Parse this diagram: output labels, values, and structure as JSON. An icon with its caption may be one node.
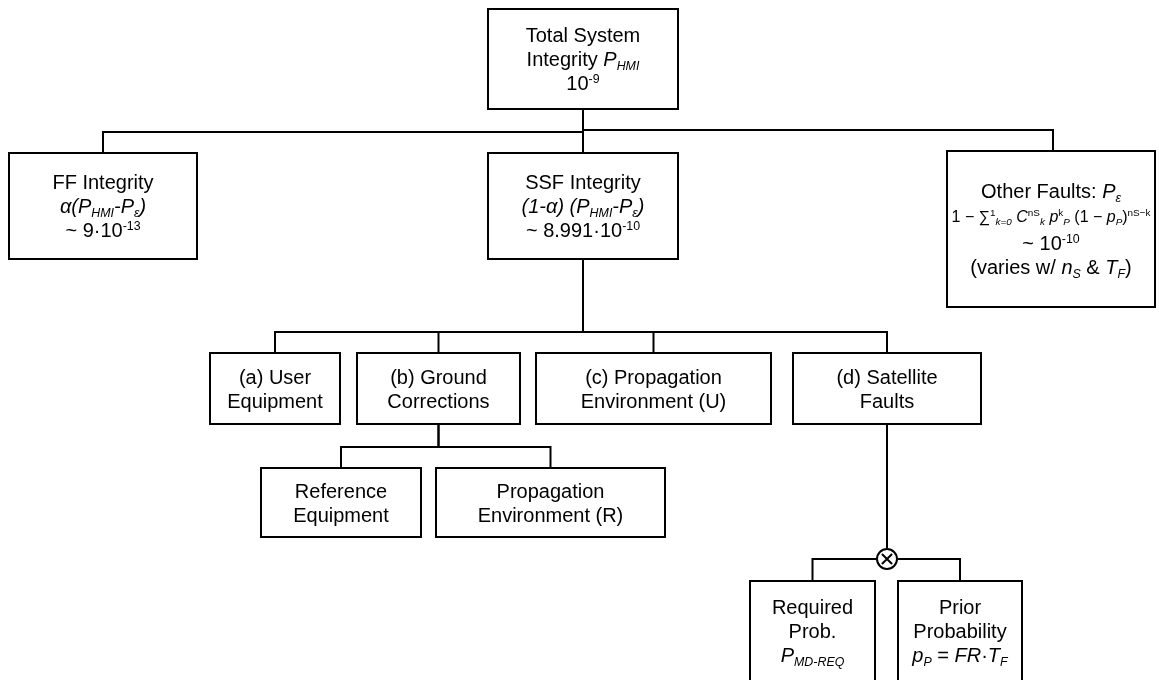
{
  "diagram": {
    "nodes": [
      {
        "text": [
          "Total System Integrity *P*$_{HMI}$",
          "10$^{-9}$"
        ]
      },
      {
        "text": [
          "FF Integrity",
          "*α(P*$_{HMI}$*-P*$_{ε}$*)*",
          "~ 9·10$^{-13}$"
        ]
      },
      {
        "text": [
          "SSF Integrity",
          "*(1-α) (P*$_{HMI}$*-P*$_{ε}$*)*",
          "~ 8.991·10$^{-10}$"
        ]
      },
      {
        "text": [
          "Other Faults: *P*$_{ε}$",
          "1 − ∑$^{1}$$_{k=0}$ *C*$^{nS}$$_{k}$ *p*$^{k}$$_{P}$ (1 − *p*$_{P}$)$^{nS−k}$",
          "~ 10$^{-10}$",
          "(varies w/ *n*$_{S}$ & *T*$_{F}$)"
        ]
      },
      {
        "text": [
          "(a) User Equipment"
        ]
      },
      {
        "text": [
          "(b) Ground Corrections"
        ]
      },
      {
        "text": [
          "(c) Propagation Environment (U)"
        ]
      },
      {
        "text": [
          "(d) Satellite Faults"
        ]
      },
      {
        "text": [
          "Reference Equipment"
        ]
      },
      {
        "text": [
          "Propagation Environment (R)"
        ]
      },
      {
        "text": [],
        "shape": "circle"
      },
      {
        "text": [
          "Required Prob.",
          "*P*$_{MD-REQ}$"
        ]
      },
      {
        "text": [
          "Prior Probability",
          "*p*$_{P}$ = *FR*·*T*$_{F}$"
        ]
      }
    ],
    "edges": [
      {
        "from": 0,
        "to": 1,
        "arrow": "none"
      },
      {
        "from": 0,
        "to": 2,
        "arrow": "none"
      },
      {
        "from": 0,
        "to": 3,
        "arrow": "none"
      },
      {
        "from": 2,
        "to": 4,
        "arrow": "none"
      },
      {
        "from": 2,
        "to": 5,
        "arrow": "none"
      },
      {
        "from": 2,
        "to": 6,
        "arrow": "none"
      },
      {
        "from": 2,
        "to": 7,
        "arrow": "none"
      },
      {
        "from": 5,
        "to": 8,
        "arrow": "none"
      },
      {
        "from": 5,
        "to": 9,
        "arrow": "none"
      },
      {
        "from": 7,
        "to": 10,
        "arrow": "none"
      },
      {
        "from": 10,
        "to": 11,
        "arrow": "none"
      },
      {
        "from": 10,
        "to": 12,
        "arrow": "none"
      }
    ]
  }
}
